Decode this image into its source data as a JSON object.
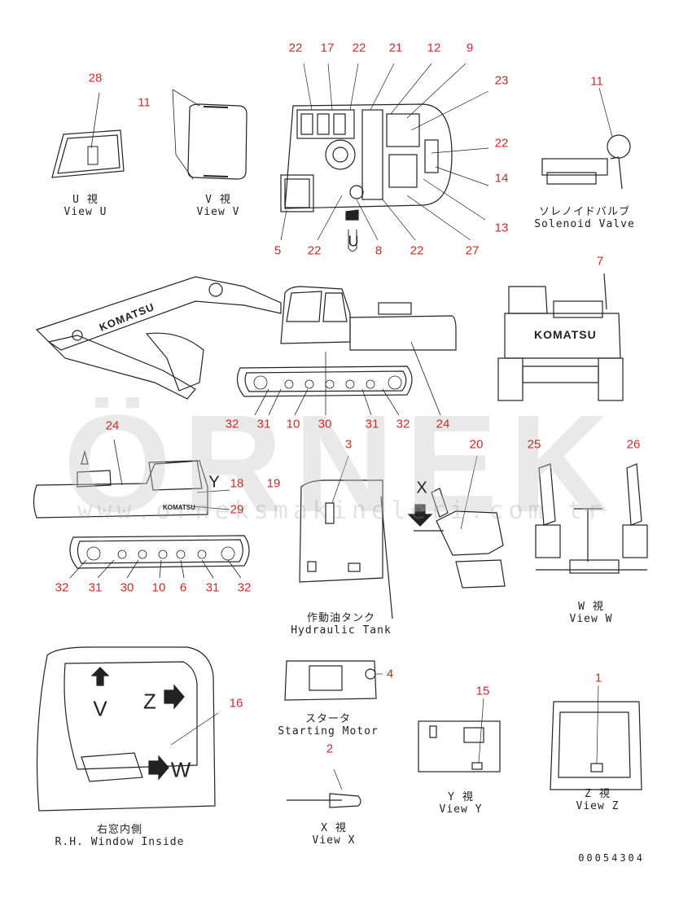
{
  "callouts": {
    "c28": "28",
    "c11a": "11",
    "c22a": "22",
    "c17": "17",
    "c22b": "22",
    "c21": "21",
    "c12": "12",
    "c9": "9",
    "c23": "23",
    "c22c": "22",
    "c14": "14",
    "c13": "13",
    "c27": "27",
    "c22d": "22",
    "c8": "8",
    "c22e": "22",
    "c5": "5",
    "c11b": "11",
    "c7": "7",
    "c32a": "32",
    "c31a": "31",
    "c10a": "10",
    "c30a": "30",
    "c31b": "31",
    "c32b": "32",
    "c24a": "24",
    "c24b": "24",
    "c3": "3",
    "c20": "20",
    "c25": "25",
    "c26": "26",
    "c18": "18",
    "c19": "19",
    "c29": "29",
    "c32c": "32",
    "c31c": "31",
    "c30b": "30",
    "c10b": "10",
    "c6": "6",
    "c31d": "31",
    "c32d": "32",
    "c16": "16",
    "c4": "4",
    "c2": "2",
    "c15": "15",
    "c1": "1"
  },
  "captions": {
    "view_u_jp": "U 視",
    "view_u_en": "View U",
    "view_v_jp": "V 視",
    "view_v_en": "View V",
    "solenoid_jp": "ソレノイドバルブ",
    "solenoid_en": "Solenoid Valve",
    "tank_jp": "作動油タンク",
    "tank_en": "Hydraulic Tank",
    "view_w_jp": "W 視",
    "view_w_en": "View W",
    "window_jp": "右窓内側",
    "window_en": "R.H. Window Inside",
    "starter_jp": "スタータ",
    "starter_en": "Starting Motor",
    "view_x_jp": "X 視",
    "view_x_en": "View X",
    "view_y_jp": "Y 視",
    "view_y_en": "View Y",
    "view_z_jp": "Z 視",
    "view_z_en": "View Z"
  },
  "letters": {
    "v": "V",
    "z": "Z",
    "w": "W",
    "y": "Y",
    "x": "X",
    "u": "U"
  },
  "brand": {
    "boom": "KOMATSU",
    "rear": "KOMATSU",
    "side": "KOMATSU"
  },
  "watermark": {
    "main": "ÖRNEK",
    "sub": "www.orneksmakineleri.com.tr"
  },
  "drawing_code": "00054304",
  "colors": {
    "callout": "#d22a2a",
    "line": "#222222",
    "watermark": "#c8c8c8",
    "watermark_accent": "#f3d77a"
  }
}
